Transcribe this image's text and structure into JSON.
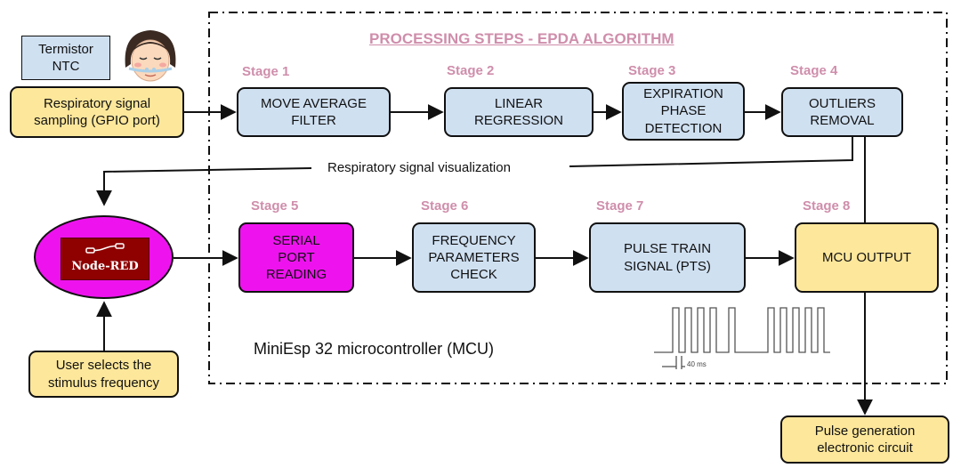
{
  "title": "PROCESSING STEPS - EPDA ALGORITHM",
  "mcu_label": "MiniEsp 32 microcontroller (MCU)",
  "visualization_label": "Respiratory signal visualization",
  "sensor": {
    "label": "Termistor\nNTC"
  },
  "inputs": {
    "sampling": "Respiratory signal\nsampling (GPIO port)",
    "user_select": "User selects the\nstimulus frequency"
  },
  "node_red_label": "Node-RED",
  "stages": [
    {
      "label": "Stage 1",
      "box": "MOVE AVERAGE\nFILTER"
    },
    {
      "label": "Stage 2",
      "box": "LINEAR\nREGRESSION"
    },
    {
      "label": "Stage 3",
      "box": "EXPIRATION\nPHASE\nDETECTION"
    },
    {
      "label": "Stage 4",
      "box": "OUTLIERS\nREMOVAL"
    },
    {
      "label": "Stage 5",
      "box": "SERIAL\nPORT\nREADING"
    },
    {
      "label": "Stage 6",
      "box": "FREQUENCY\nPARAMETERS\nCHECK"
    },
    {
      "label": "Stage 7",
      "box": "PULSE TRAIN\nSIGNAL (PTS)"
    },
    {
      "label": "Stage 8",
      "box": "MCU OUTPUT"
    }
  ],
  "output": "Pulse generation\nelectronic circuit",
  "pulse_timing_label": "40 ms",
  "colors": {
    "blue_box": "#cfe0f1",
    "yellow_box": "#fde79b",
    "magenta_box": "#ee13ee",
    "stage_label": "#cf8eab",
    "title": "#cf8eab"
  }
}
